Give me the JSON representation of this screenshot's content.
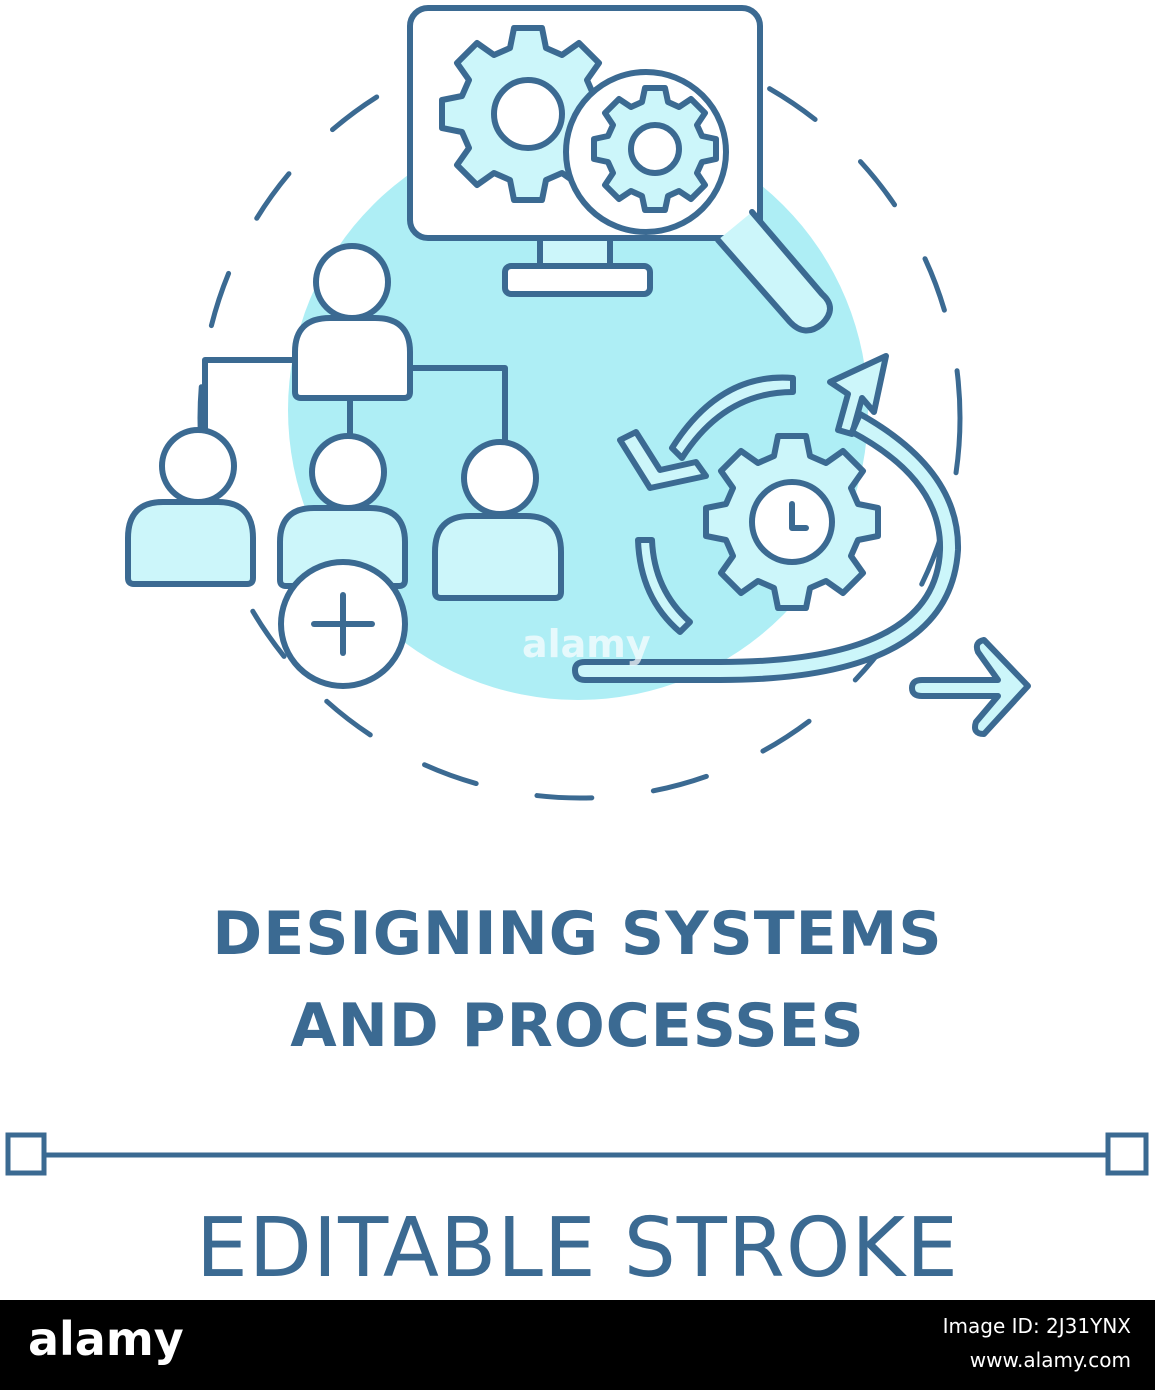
{
  "title_line1": "DESIGNING SYSTEMS",
  "title_line2": "AND PROCESSES",
  "editable_label": "EDITABLE STROKE",
  "watermark": "alamy",
  "footer": {
    "brand": "alamy",
    "image_id": "Image ID: 2J31YNX",
    "url": "www.alamy.com"
  },
  "colors": {
    "stroke": "#3b6a92",
    "fill": "#ccf6fa",
    "circle": "#aeeef5",
    "text": "#3b6a92"
  },
  "icons": [
    "monitor-icon",
    "gear-icon",
    "magnifier-icon",
    "org-chart-icon",
    "person-icon",
    "add-icon",
    "cycle-arrows-icon",
    "clock-gear-icon",
    "arrow-right-icon"
  ]
}
